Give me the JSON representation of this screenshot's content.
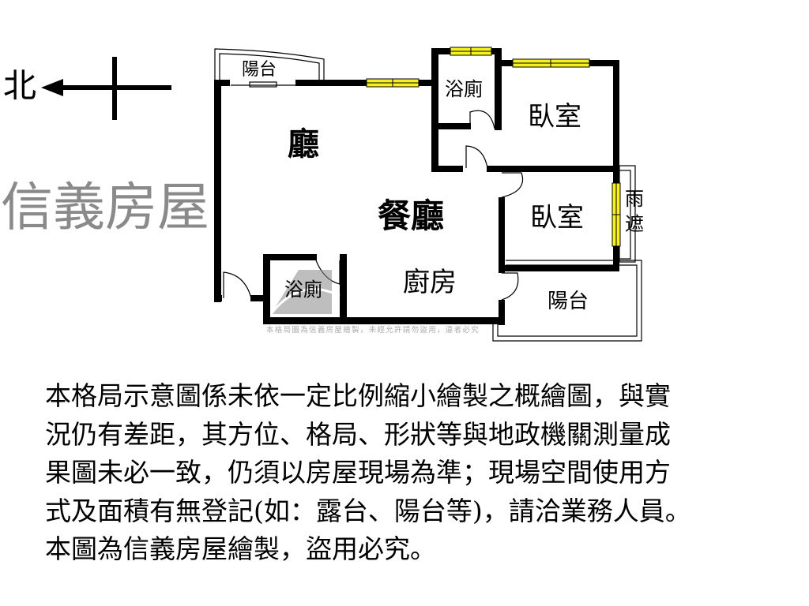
{
  "compass": {
    "north_label": "北"
  },
  "rooms": {
    "balcony_top": "陽台",
    "bath_top": "浴廁",
    "bedroom_1": "臥室",
    "living": "廳",
    "dining": "餐廳",
    "bedroom_2": "臥室",
    "rain_shelter_1": "雨",
    "rain_shelter_2": "遮",
    "bath_bottom": "浴廁",
    "kitchen": "廚房",
    "balcony_bottom": "陽台"
  },
  "watermark": {
    "brand": "信義房屋",
    "notice": "本格局圖為信義房屋繪製，未經允許請勿盜用，違者必究"
  },
  "disclaimer": {
    "lines": [
      "本格局示意圖係未依一定比例縮小繪製之概繪圖，與實",
      "況仍有差距，其方位、格局、形狀等與地政機關測量成",
      "果圖未必一致，仍須以房屋現場為準；現場空間使用方",
      "式及面積有無登記(如：露台、陽台等)，請洽業務人員。",
      "本圖為信義房屋繪製，盜用必究。"
    ]
  },
  "colors": {
    "wall": "#000000",
    "window": "#f5f01e",
    "watermark": "#8a8a8a"
  }
}
